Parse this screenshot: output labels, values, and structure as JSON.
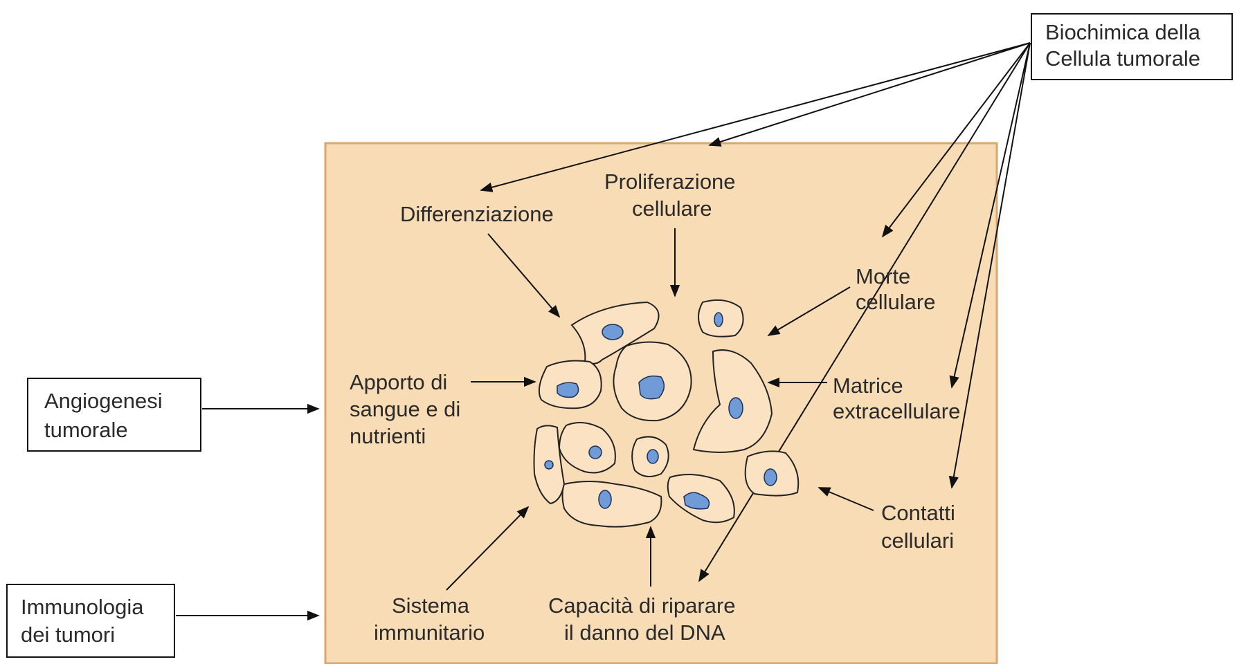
{
  "external_boxes": {
    "biochimica": [
      "Biochimica della",
      "Cellula tumorale"
    ],
    "angiogenesi": [
      "Angiogenesi",
      "tumorale"
    ],
    "immunologia": [
      "Immunologia",
      "dei tumori"
    ]
  },
  "panel_labels": {
    "differenziazione": [
      "Differenziazione"
    ],
    "proliferazione": [
      "Proliferazione",
      "cellulare"
    ],
    "morte": [
      "Morte",
      "cellulare"
    ],
    "apporto": [
      "Apporto di",
      "sangue e di",
      "nutrienti"
    ],
    "matrice": [
      "Matrice",
      "extracellulare"
    ],
    "contatti": [
      "Contatti",
      "cellulari"
    ],
    "sistema": [
      "Sistema",
      "immunitario"
    ],
    "capacita": [
      "Capacità di riparare",
      "il danno del DNA"
    ]
  },
  "colors": {
    "panel_fill": "#f8dcb6",
    "panel_border": "#d9a66f",
    "cell_fill": "#fbe2c2",
    "nucleus_fill": "#6f9bd6"
  }
}
